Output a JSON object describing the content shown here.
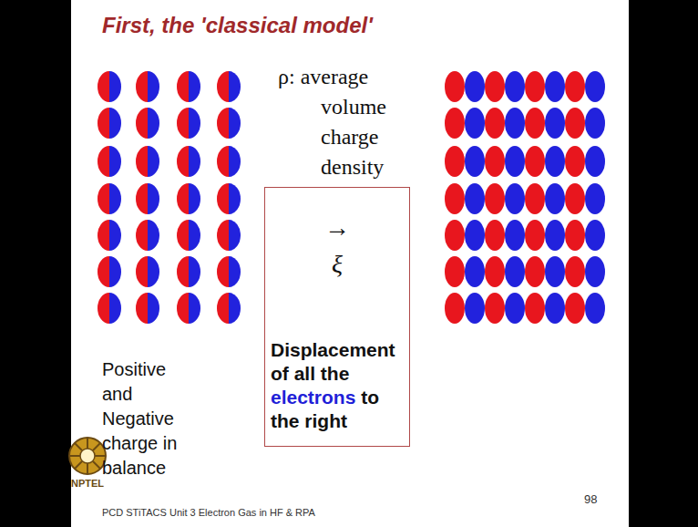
{
  "diagram": {
    "title": "First, the 'classical model'",
    "nodes": [
      {
        "text": [
          "→",
          "ξ",
          "Displacement of all the electrons to the right"
        ]
      }
    ],
    "labels": [
      "ρ: average volume charge density",
      "Positive and Negative charge in balance",
      "NPTEL",
      "PCD STiTACS Unit 3 Electron Gas in HF & RPA",
      "98"
    ]
  }
}
